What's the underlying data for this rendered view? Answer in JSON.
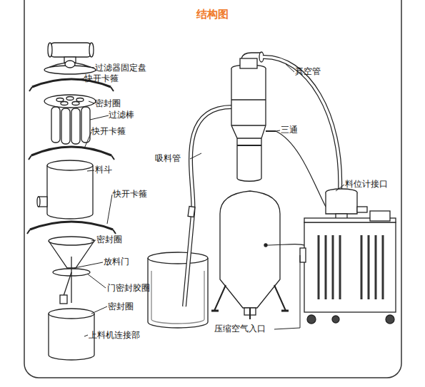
{
  "diagram": {
    "title": "结构图",
    "labels": [
      "过滤器固定盘",
      "快开卡箍",
      "密封圈",
      "过滤棒",
      "快开卡箍",
      "料斗",
      "快开卡箍",
      "密封圈",
      "放料门",
      "门密封胶圈",
      "密封圈",
      "上料机连接部",
      "真空管",
      "三通",
      "吸料管",
      "料位计接口",
      "压缩空气入口"
    ]
  }
}
